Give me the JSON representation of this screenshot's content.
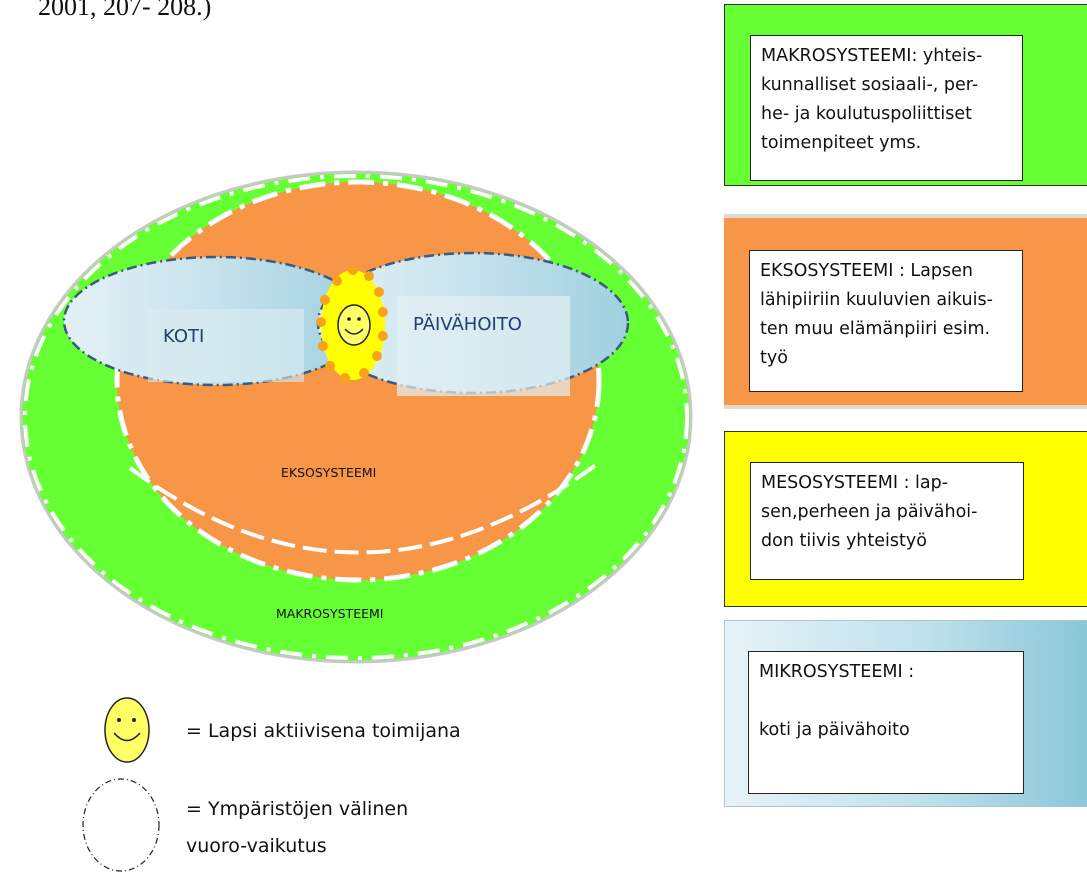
{
  "header_fragment": "2001, 207- 208.)",
  "diagram": {
    "outer_label": "MAKROSYSTEEMI",
    "inner_label": "EKSOSYSTEEMI",
    "left_label": "KOTI",
    "right_label": "PÄIVÄHOITO"
  },
  "panels": [
    {
      "lines": [
        "MAKROSYSTEEMI: yhteis-",
        "kunnalliset  sosiaali-, per-",
        "he- ja koulutuspoliittiset",
        "toimenpiteet yms."
      ],
      "bg": "#66ff33"
    },
    {
      "lines": [
        "EKSOSYSTEEMI : Lapsen",
        "lähipiiriin kuuluvien aikuis-",
        "ten muu elämänpiiri esim.",
        "työ"
      ],
      "bg": "#f79646"
    },
    {
      "lines": [
        "MESOSYSTEEMI : lap-",
        "sen,perheen ja päivähoi-",
        "don tiivis yhteistyö"
      ],
      "bg": "#ffff00"
    },
    {
      "lines": [
        "MIKROSYSTEEMI :",
        "",
        "koti ja päivähoito"
      ],
      "bg": "#bfe1ec"
    }
  ],
  "legend": {
    "child": "= Lapsi aktiivisena toimijana",
    "interaction": "= Ympäristöjen välinen vuoro-vaikutus"
  }
}
